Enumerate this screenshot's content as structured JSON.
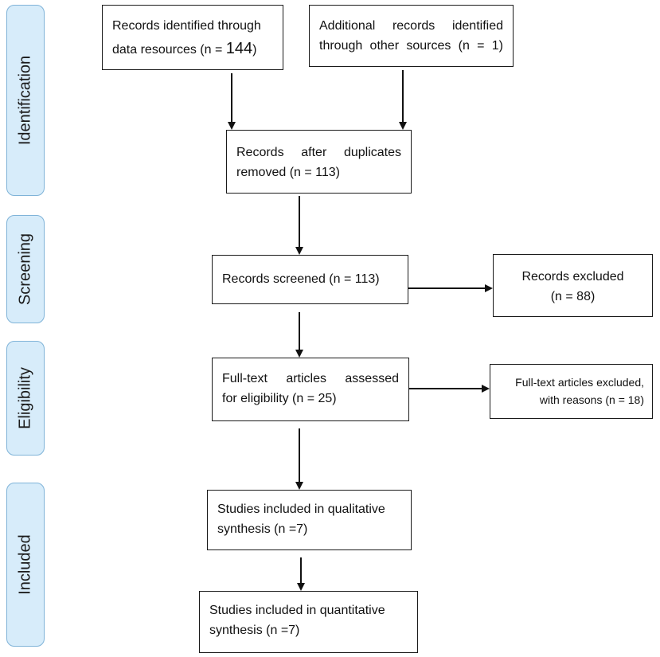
{
  "phases": {
    "identification": "Identification",
    "screening": "Screening",
    "eligibility": "Eligibility",
    "included": "Included"
  },
  "boxes": {
    "identified_data": {
      "line1": "Records identified through",
      "line2_prefix": "data resources (n = ",
      "line2_count": "144",
      "line2_suffix": ")"
    },
    "identified_other": {
      "line1": "Additional records identified",
      "line2": "through other sources (n = 1)"
    },
    "after_duplicates": {
      "line1": "Records after duplicates",
      "line2": "removed (n = 113)"
    },
    "screened": {
      "line1": "Records screened (n = 113)"
    },
    "excluded": {
      "line1": "Records excluded",
      "line2": "(n = 88)"
    },
    "full_text": {
      "line1": "Full-text articles assessed",
      "line2": "for eligibility (n = 25)"
    },
    "full_text_excluded": {
      "line1": "Full-text articles excluded,",
      "line2": "with reasons (n = 18)"
    },
    "qualitative": {
      "line1": "Studies included in qualitative",
      "line2": "synthesis (n =7)"
    },
    "quantitative": {
      "line1": "Studies included in quantitative",
      "line2": "synthesis (n =7)"
    }
  }
}
